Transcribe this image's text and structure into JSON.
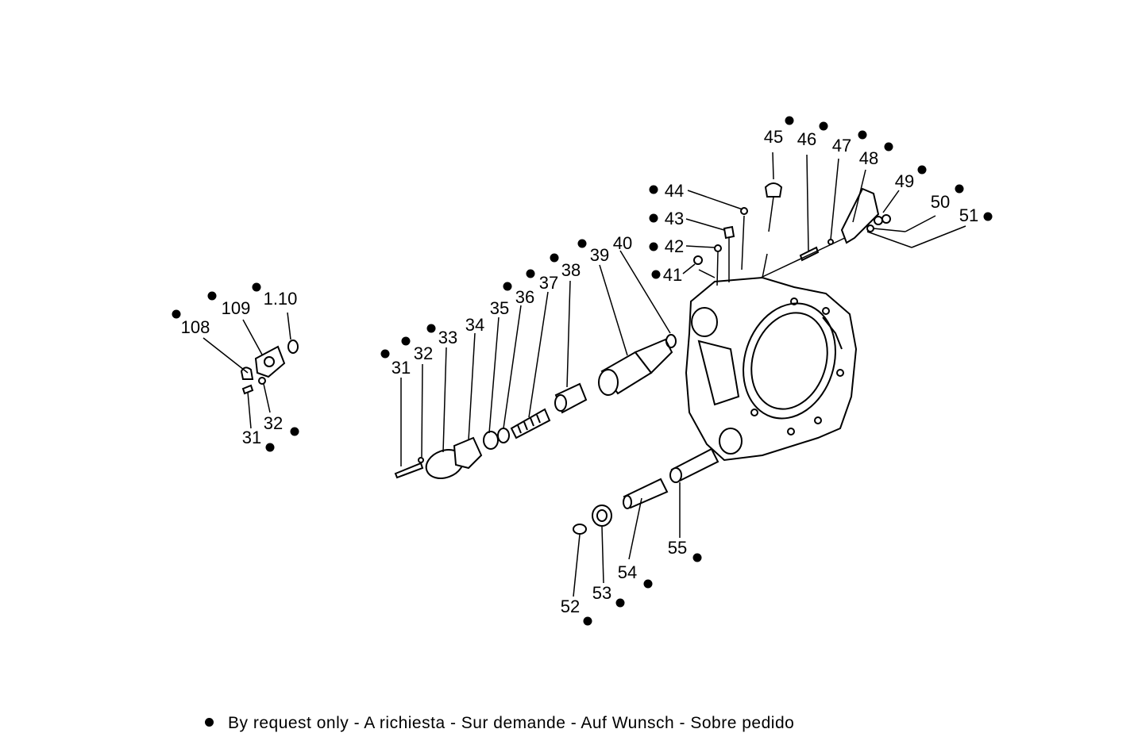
{
  "diagram": {
    "part_numbers": {
      "p31a": "31",
      "p32a": "32",
      "p33": "33",
      "p34": "34",
      "p35": "35",
      "p36": "36",
      "p37": "37",
      "p38": "38",
      "p39": "39",
      "p40": "40",
      "p41": "41",
      "p42": "42",
      "p43": "43",
      "p44": "44",
      "p45": "45",
      "p46": "46",
      "p47": "47",
      "p48": "48",
      "p49": "49",
      "p50": "50",
      "p51": "51",
      "p52": "52",
      "p53": "53",
      "p54": "54",
      "p55": "55",
      "p108": "108",
      "p109": "109",
      "p110": "1.10",
      "p31b": "31",
      "p32b": "32"
    },
    "legend_text": "By request only - A richiesta - Sur demande - Auf Wunsch - Sobre pedido"
  }
}
